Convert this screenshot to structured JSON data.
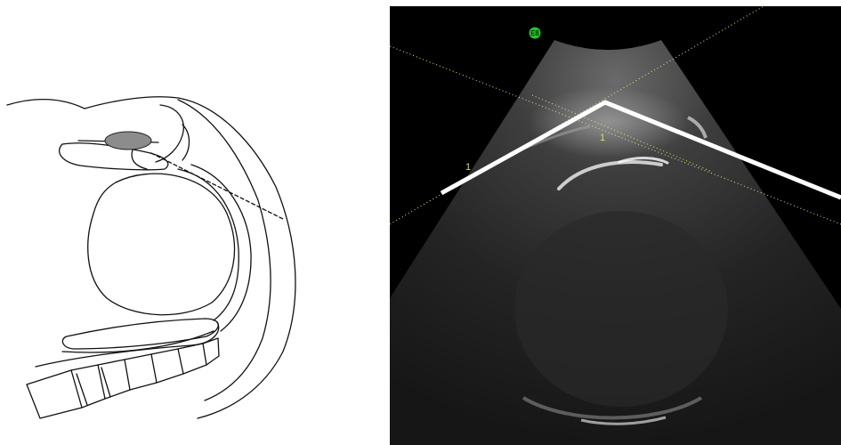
{
  "ultrasound": {
    "badge_label": "E8",
    "marker_labels": [
      "1",
      "1"
    ],
    "colors": {
      "background": "#000000",
      "badge": "#22c32a",
      "marker": "#d9d96a",
      "guide_line": "#ffffff",
      "dotted_line": "#e6e68c"
    }
  },
  "illustration": {
    "description_icon": "anatomical-sagittal-sketch-icon",
    "highlight_color": "#8c8c8c"
  }
}
